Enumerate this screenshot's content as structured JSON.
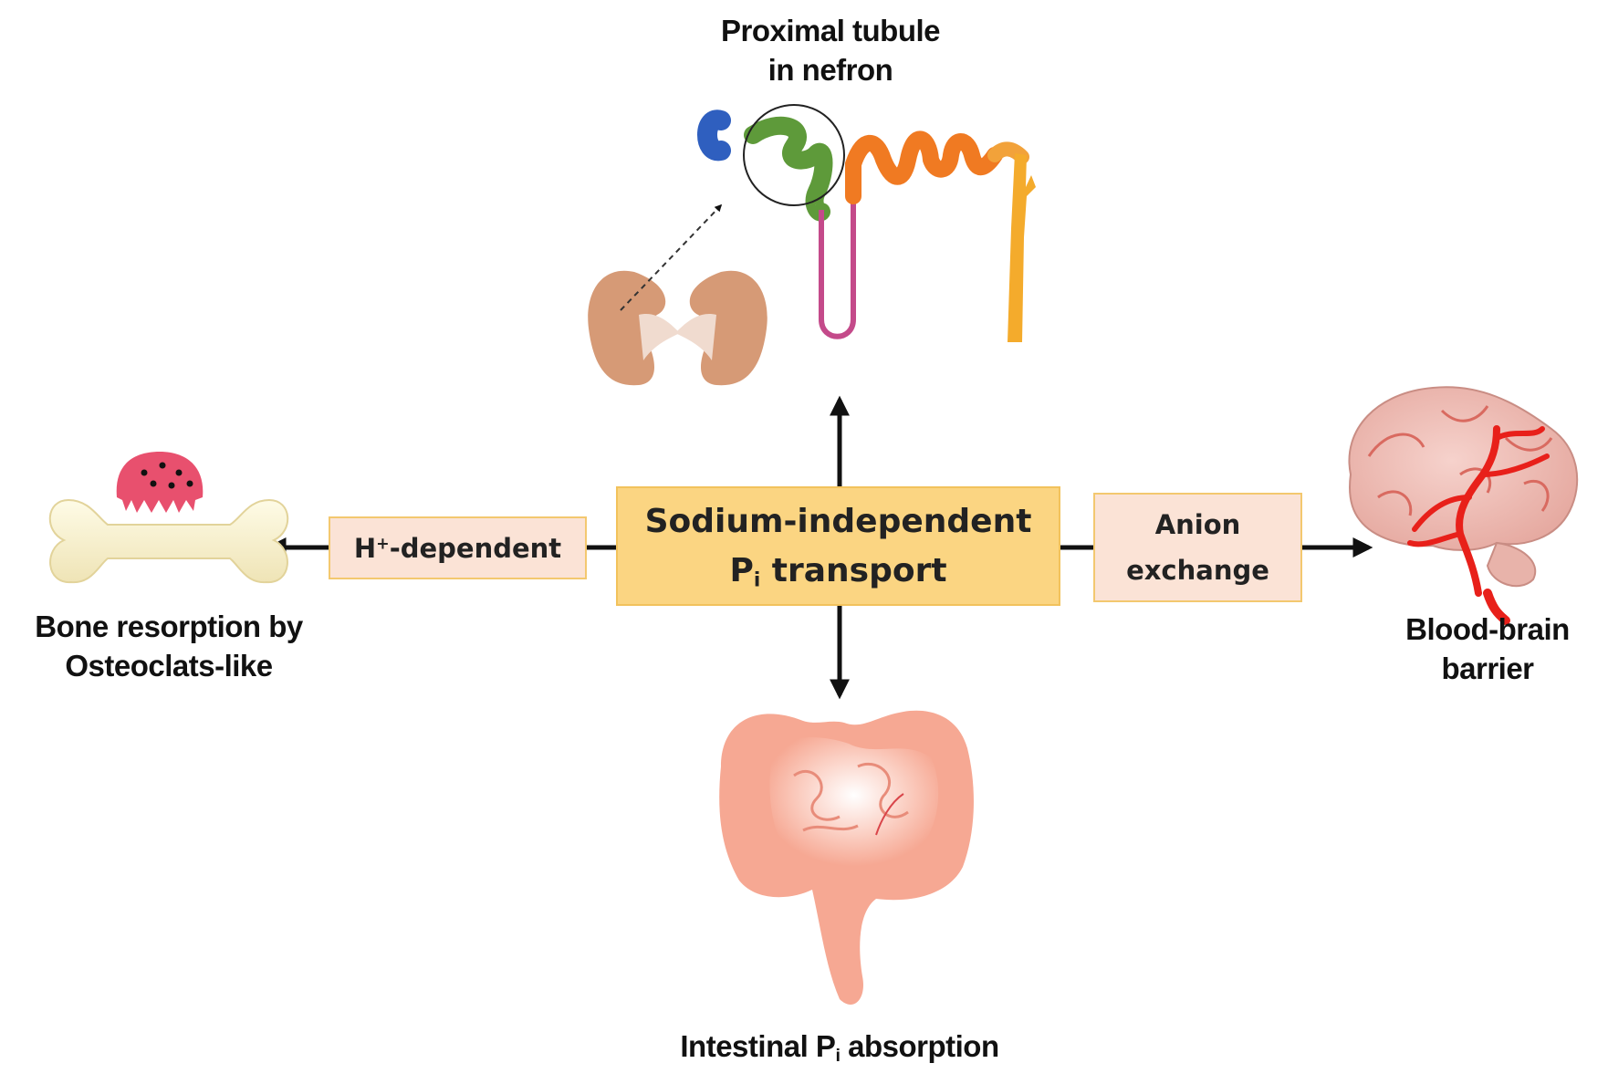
{
  "nodes": {
    "central": {
      "line1": "Sodium-independent",
      "line2_pre": "P",
      "line2_sub": "i",
      "line2_post": " transport"
    },
    "h_dependent": {
      "pre": "H",
      "sup": "+",
      "post": "-dependent"
    },
    "anion": {
      "line1": "Anion",
      "line2": "exchange"
    }
  },
  "labels": {
    "kidney": {
      "line1": "Proximal tubule",
      "line2": "in nefron"
    },
    "bone": {
      "line1": "Bone resorption by",
      "line2": "Osteoclats-like"
    },
    "brain": {
      "line1": "Blood-brain",
      "line2": "barrier"
    },
    "intestine": {
      "pre": "Intestinal P",
      "sub": "i",
      "post": " absorption"
    }
  },
  "colors": {
    "central_fill": "#fbd582",
    "side_fill": "#fbe3d6",
    "border": "#f3c86f",
    "arrow": "#111111"
  },
  "icons": [
    "kidney-icon",
    "nephron-icon",
    "bone-icon",
    "osteoclast-icon",
    "brain-icon",
    "intestine-icon"
  ]
}
